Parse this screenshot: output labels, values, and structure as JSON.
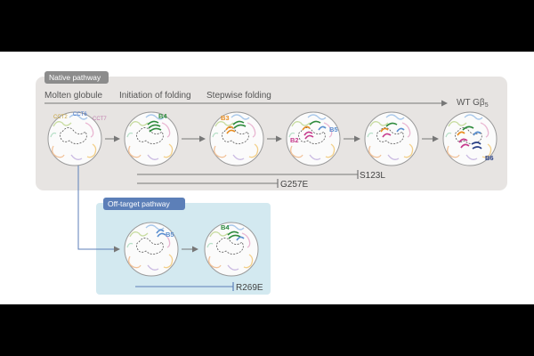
{
  "native": {
    "tag": "Native pathway",
    "stages": {
      "molten": "Molten globule",
      "initiation": "Initiation of folding",
      "stepwise": "Stepwise folding",
      "final_prefix": "WT Gβ",
      "final_sub": "5"
    }
  },
  "offtarget": {
    "tag": "Off-target pathway"
  },
  "subunits": {
    "cct2": "CCT2",
    "cct6": "CCT6",
    "cct7": "CCT7"
  },
  "blades": {
    "b2": "B2",
    "b3": "B3",
    "b4": "B4",
    "b5": "B5",
    "b6": "B6"
  },
  "mutations": {
    "s123l": "S123L",
    "g257e": "G257E",
    "r269e": "R269E"
  },
  "colors": {
    "native_box": "#e7e4e2",
    "offtarget_box": "#d3e9f0",
    "tag_grey": "#8c8c8c",
    "tag_blue": "#5c7fb8",
    "arrow": "#777777",
    "blade_b2": "#c63a8c",
    "blade_b3": "#e88c1f",
    "blade_b4": "#2e8b3c",
    "blade_b5": "#5a8fd0",
    "blade_b6": "#283f86"
  }
}
